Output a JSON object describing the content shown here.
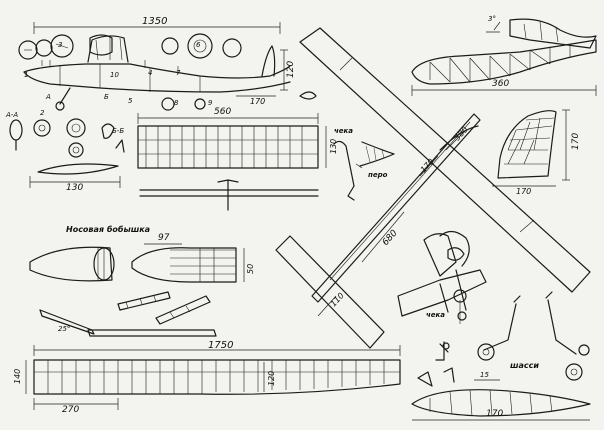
{
  "drawing": {
    "dimensions": {
      "fuselage_length": "1350",
      "fuselage_height": "120",
      "nose_offset": "170",
      "tail_length": "360",
      "tail_height": "170",
      "tail_depth": "170",
      "stab_span": "560",
      "stab_chord": "130",
      "stab_profile_chord": "130",
      "nose_depth": "97",
      "nose_height": "50",
      "wing_span": "1750",
      "wing_chord": "140",
      "wing_depth": "120",
      "wing_panel": "270",
      "wing_tip_chord": "170",
      "wing_tip_offset": "15",
      "long_spar": "680",
      "fin_angle": "3°",
      "fin_offset": "110",
      "spar_mark_1": "170",
      "spar_mark_2": "380",
      "dihedral": "25°"
    },
    "section_marks": {
      "a_a": "А-А",
      "b_b": "Б-Б",
      "a": "А",
      "b": "Б"
    },
    "labels": {
      "nose_cowl": "Носовая бобышка",
      "check_top": "чека",
      "check_bottom": "чека",
      "feather": "перо",
      "landing_gear": "шасси"
    },
    "section_numbers": [
      "1",
      "2",
      "3",
      "4",
      "5",
      "6",
      "7",
      "8",
      "9",
      "10"
    ]
  }
}
